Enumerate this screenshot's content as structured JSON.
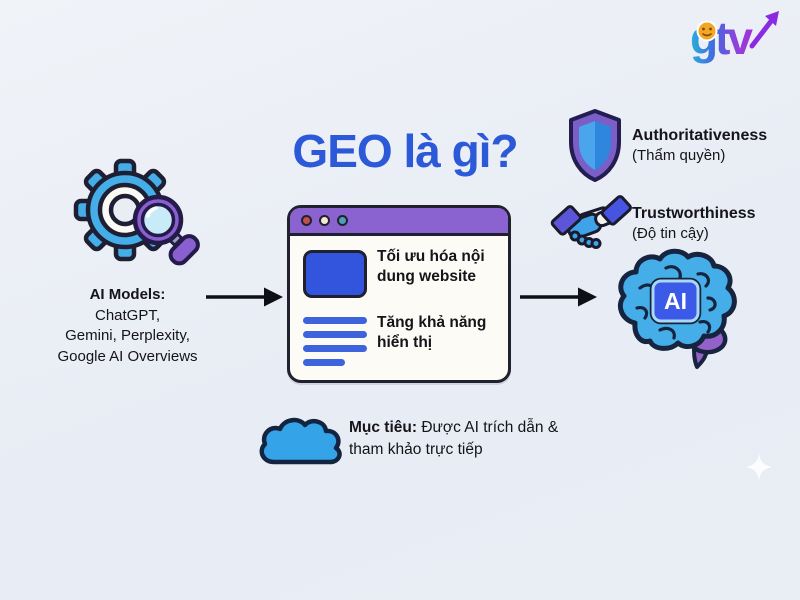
{
  "header": {
    "logo_text": "gtv",
    "title": "GEO là gì?"
  },
  "ai_models": {
    "heading": "AI Models:",
    "lines": [
      "ChatGPT,",
      "Gemini, Perplexity,",
      "Google AI Overviews"
    ]
  },
  "browser_card": {
    "window_dots": [
      "red",
      "cream",
      "teal"
    ],
    "benefit_1": "Tối ưu hóa nội dung website",
    "benefit_2": "Tăng khả năng hiển thị"
  },
  "eat_badges": [
    {
      "icon": "shield-icon",
      "label": "Authoritativeness",
      "sublabel": "(Thẩm quyền)"
    },
    {
      "icon": "handshake-icon",
      "label": "Trustworthiness",
      "sublabel": "(Độ tin cậy)"
    }
  ],
  "ai_brain": {
    "chip_label": "AI"
  },
  "goal": {
    "prefix": "Mục tiêu:",
    "text": " Được AI trích dẫn & tham khảo trực tiếp"
  },
  "colors": {
    "background": "#e9edf4",
    "title_blue": "#2b59d8",
    "icon_blue": "#45aee8",
    "royal_blue": "#3354dd",
    "window_purple": "#8a63d0",
    "shield_purple": "#7b5fc7",
    "brain_purple": "#9361c8",
    "outline_dark": "#20202f"
  }
}
